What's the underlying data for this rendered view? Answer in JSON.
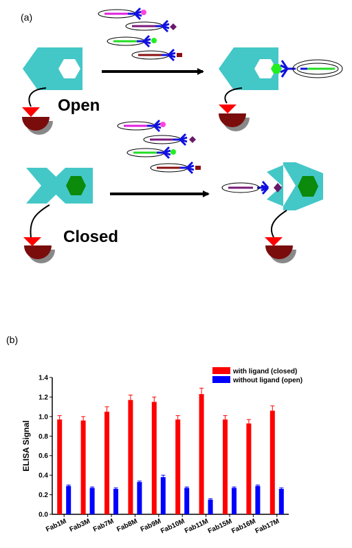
{
  "panels": {
    "a": "(a)",
    "b": "(b)"
  },
  "diagram": {
    "open_label": "Open",
    "closed_label": "Closed"
  },
  "colors": {
    "receptor": "#44c7c7",
    "ligand": "#0b8a0b",
    "anchor_dark": "#7a0c0c",
    "anchor_grey": "#888888",
    "anchor_red": "#ff0000",
    "arrow": "#000000",
    "fab": "#1010e0",
    "with_ligand": "#ff0000",
    "without_ligand": "#0000ff"
  },
  "chart_data": {
    "type": "bar",
    "ylabel": "ELISA Signal",
    "xlabel": "",
    "categories": [
      "Fab1M",
      "Fab3M",
      "Fab7M",
      "Fab8M",
      "Fab9M",
      "Fab10M",
      "Fab11M",
      "Fab15M",
      "Fab16M",
      "Fab17M"
    ],
    "series": [
      {
        "name": "with ligand (closed)",
        "color": "#ff0000",
        "values": [
          0.97,
          0.96,
          1.05,
          1.17,
          1.15,
          0.97,
          1.23,
          0.97,
          0.93,
          1.06
        ],
        "errors": [
          0.04,
          0.04,
          0.05,
          0.05,
          0.05,
          0.04,
          0.06,
          0.04,
          0.04,
          0.05
        ]
      },
      {
        "name": "without ligand (open)",
        "color": "#0000ff",
        "values": [
          0.29,
          0.27,
          0.26,
          0.33,
          0.38,
          0.27,
          0.15,
          0.27,
          0.29,
          0.26
        ],
        "errors": [
          0.01,
          0.01,
          0.01,
          0.01,
          0.02,
          0.01,
          0.01,
          0.01,
          0.01,
          0.01
        ]
      }
    ],
    "ylim": [
      0.0,
      1.4
    ],
    "yticks": [
      "0.0",
      "0.2",
      "0.4",
      "0.6",
      "0.8",
      "1.0",
      "1.2",
      "1.4"
    ],
    "legend_position": "top-right",
    "grid": false
  }
}
